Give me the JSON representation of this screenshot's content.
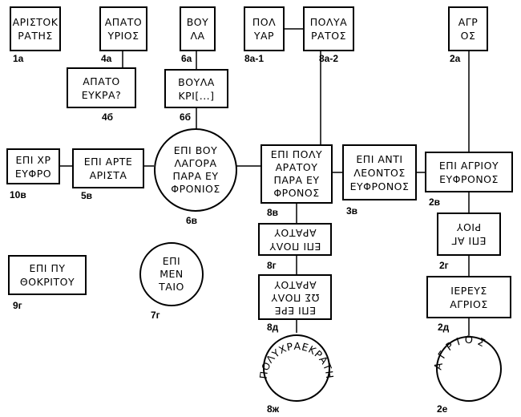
{
  "nodes": [
    {
      "id": "1a",
      "label": "1а",
      "lines": [
        "ΑΡΙΣΤΟΚ",
        "ΡΑΤΗΣ"
      ]
    },
    {
      "id": "4a",
      "label": "4а",
      "lines": [
        "ΑΠΑΤΟ",
        "ΥΡΙΟΣ"
      ]
    },
    {
      "id": "6a",
      "label": "6а",
      "lines": [
        "ΒΟΥ",
        "ΛΑ"
      ]
    },
    {
      "id": "8a1",
      "label": "8а-1",
      "lines": [
        "ΠΟΛ",
        "ΥΑΡ"
      ]
    },
    {
      "id": "8a2",
      "label": "8а-2",
      "lines": [
        "ΠΟΛΥΑ",
        "ΡΑΤΟΣ"
      ]
    },
    {
      "id": "2a",
      "label": "2а",
      "lines": [
        "ΑΓΡ",
        "ΟΣ"
      ]
    },
    {
      "id": "4b",
      "label": "4б",
      "lines": [
        "ΑΠΑΤΟ",
        "ΕΥΚΡΑ?"
      ]
    },
    {
      "id": "6b",
      "label": "6б",
      "lines": [
        "ΒΟΥΛΑ",
        "ΚΡΙ[...]"
      ]
    },
    {
      "id": "10v",
      "label": "10в",
      "lines": [
        "ΕΠΙ ΧΡ",
        "ΕΥΦΡΟ"
      ]
    },
    {
      "id": "5v",
      "label": "5в",
      "lines": [
        "ΕΠΙ ΑΡΤΕ",
        "ΑΡΙΣΤΑ"
      ]
    },
    {
      "id": "6v",
      "label": "6в",
      "lines": [
        "ΕΠΙ ΒΟΥ",
        "ΛΑΓΟΡΑ",
        "ΠΑΡΑ ΕΥ",
        "ΦΡΟΝΙΟΣ"
      ]
    },
    {
      "id": "8v",
      "label": "8в",
      "lines": [
        "ΕΠΙ ΠΟΛΥ",
        "ΑΡΑΤΟΥ",
        "ΠΑΡΑ ΕΥ",
        "ΦΡΟΝΟΣ"
      ]
    },
    {
      "id": "3v",
      "label": "3в",
      "lines": [
        "ΕΠΙ ΑΝΤΙ",
        "ΛΕΟΝΤΟΣ",
        "ΕΥΦΡΟΝΟΣ"
      ]
    },
    {
      "id": "2v",
      "label": "2в",
      "lines": [
        "ΕΠΙ ΑΓΡΙΟΥ",
        "ΕΥΦΡΟΝΟΣ"
      ]
    },
    {
      "id": "8g",
      "label": "8г",
      "lines": [
        "ΕΠΙ ΠΟΛΥ",
        "ΑΡΑΤΟΥ"
      ]
    },
    {
      "id": "2g",
      "label": "2г",
      "lines": [
        "ΕΠΙ ΑΓ",
        "ΡΙΟΥ"
      ]
    },
    {
      "id": "7g",
      "label": "7г",
      "lines": [
        "ΕΠΙ",
        "ΜΕΝ",
        "ΤΑΙΟ"
      ]
    },
    {
      "id": "9g",
      "label": "9г",
      "lines": [
        "ΕΠΙ ΠΥ",
        "ΘΟΚΡΙΤΟΥ"
      ]
    },
    {
      "id": "8d",
      "label": "8д",
      "lines": [
        "ΕΠΙ ΕΡΕ",
        "ΩΣ ΠΟΛΥ",
        "ΑΡΑΤΟΥ"
      ]
    },
    {
      "id": "2d",
      "label": "2д",
      "lines": [
        "ΙΕΡΕΥΣ",
        "ΑΓΡΙΟΣ"
      ]
    },
    {
      "id": "8zh",
      "label": "8ж",
      "ring": "ΠΟΛΥΧΡΑΕΚΡΑΤΗΣ"
    },
    {
      "id": "2e",
      "label": "2е",
      "ring": "ΑΓΡΙΟΣ"
    }
  ]
}
